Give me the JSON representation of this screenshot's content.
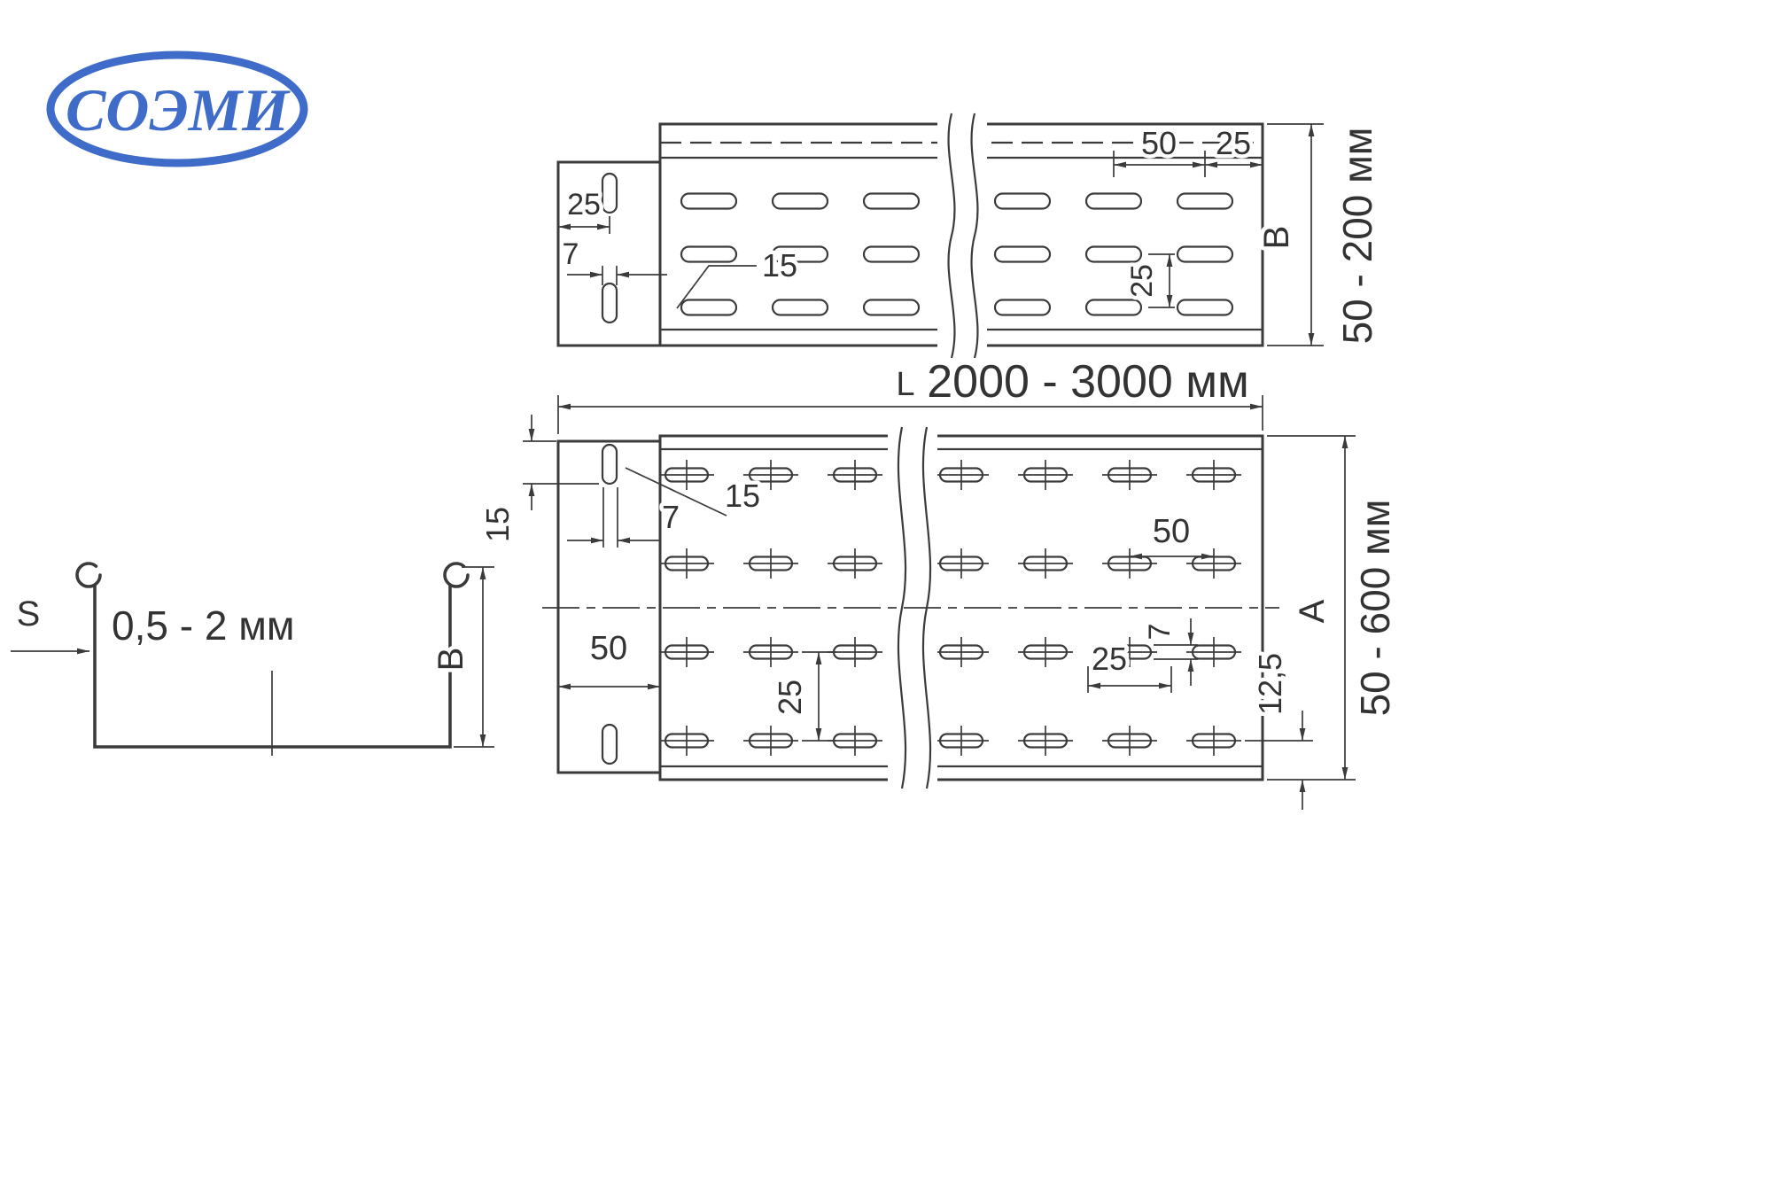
{
  "logo": {
    "text": "СОЭМИ"
  },
  "section_view": {
    "thickness_label": "S",
    "thickness_range": "0,5 - 2 мм",
    "height_label": "B"
  },
  "side_view": {
    "slot_pitch": "50",
    "end_slot_offset": "25",
    "tab_hole_offset": "25",
    "tab_slot_width": "7",
    "slot_label": "15",
    "row_pitch": "25",
    "height_label": "B",
    "height_range": "50 - 200 мм"
  },
  "plan_view": {
    "length_label": "L",
    "length_range": "2000 - 3000 мм",
    "end_offset": "15",
    "tab_slot_width": "7",
    "tab_slot_label": "15",
    "tab_width": "50",
    "row_pitch": "25",
    "slot_pitch": "50",
    "slot_width": "7",
    "slot_offset": "25",
    "edge_offset": "12,5",
    "width_label": "A",
    "width_range": "50 - 600 мм"
  }
}
